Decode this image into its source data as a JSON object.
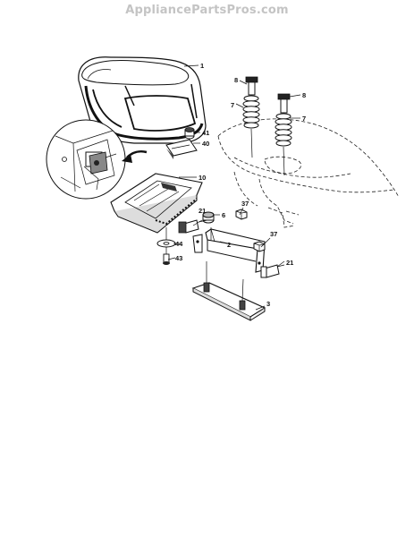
{
  "watermark": "AppliancePartsPros.com",
  "callouts": [
    {
      "key": "seat",
      "text": "1"
    },
    {
      "key": "bracket",
      "text": "2"
    },
    {
      "key": "plate",
      "text": "3"
    },
    {
      "key": "spring_left",
      "text": "7"
    },
    {
      "key": "spring_right",
      "text": "7"
    },
    {
      "key": "bolt_left",
      "text": "8"
    },
    {
      "key": "bolt_right",
      "text": "8"
    },
    {
      "key": "pan",
      "text": "10"
    },
    {
      "key": "knob",
      "text": "6"
    },
    {
      "key": "bolt_lower_left",
      "text": "21"
    },
    {
      "key": "bolt_lower_right",
      "text": "21"
    },
    {
      "key": "nut_upper",
      "text": "37"
    },
    {
      "key": "nut_lower",
      "text": "37"
    },
    {
      "key": "part_41",
      "text": "41"
    },
    {
      "key": "part_40",
      "text": "40"
    },
    {
      "key": "washer",
      "text": "44"
    },
    {
      "key": "screw",
      "text": "43"
    }
  ]
}
